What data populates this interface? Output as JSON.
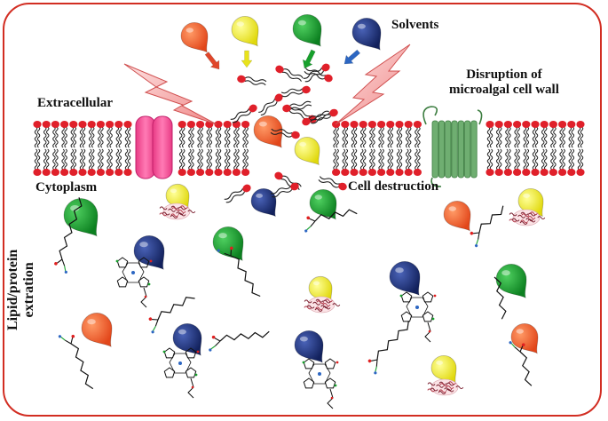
{
  "labels": {
    "solvents": "Solvents",
    "disruption_line1": "Disruption of",
    "disruption_line2": "microalgal cell wall",
    "extracellular": "Extracellular",
    "cytoplasm": "Cytoplasm",
    "cell_destruction": "Cell destruction",
    "lipid_line1": "Lipid/protein",
    "lipid_line2": "extration"
  },
  "colors": {
    "frame": "#d22d22",
    "solvent_orange": "#f25a26",
    "solvent_yellow": "#f2ee1a",
    "solvent_green": "#17a02c",
    "solvent_navy": "#1a2d7a",
    "lipid_head": "#e0202a",
    "channel_protein": "#f2488f",
    "wall_protein": "#6fae71",
    "lightning": "#f7b0b0"
  },
  "icons": [
    "solvent-droplet",
    "arrow",
    "lightning-bolt",
    "lipid-bilayer",
    "channel-protein-icon",
    "transmembrane-protein-icon",
    "protein-cluster-icon",
    "fatty-acid-chain",
    "chlorophyll-molecule"
  ]
}
